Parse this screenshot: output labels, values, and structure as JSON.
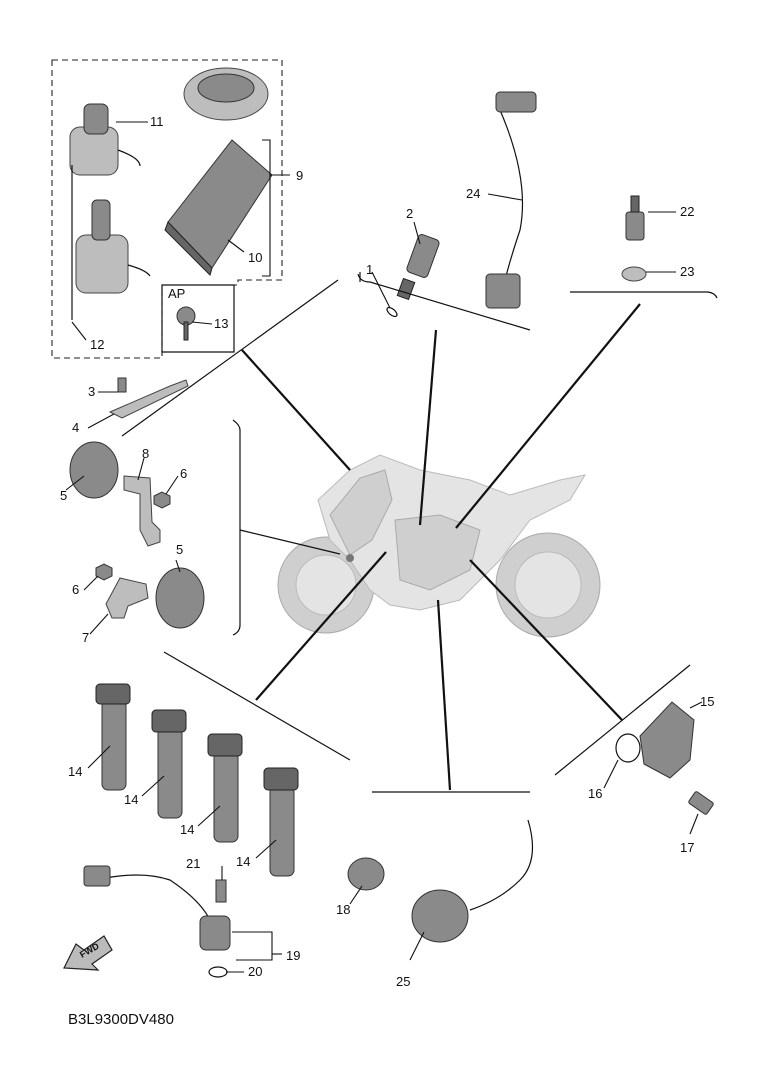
{
  "diagram_code": "B3L9300DV480",
  "ap_label": "AP",
  "fwd_label": "FWD",
  "callouts": {
    "c1": "1",
    "c2": "2",
    "c3": "3",
    "c4": "4",
    "c5a": "5",
    "c5b": "5",
    "c6a": "6",
    "c6b": "6",
    "c7": "7",
    "c8": "8",
    "c9": "9",
    "c10": "10",
    "c11": "11",
    "c12": "12",
    "c13": "13",
    "c14a": "14",
    "c14b": "14",
    "c14c": "14",
    "c14d": "14",
    "c15": "15",
    "c16": "16",
    "c17": "17",
    "c18": "18",
    "c19": "19",
    "c20": "20",
    "c21": "21",
    "c22": "22",
    "c23": "23",
    "c24": "24",
    "c25": "25"
  }
}
